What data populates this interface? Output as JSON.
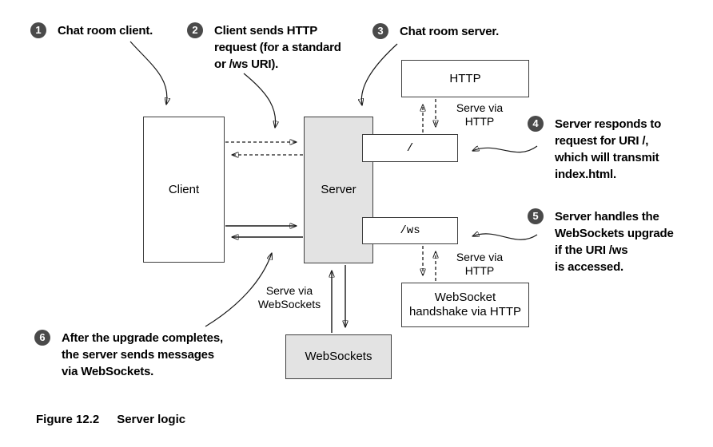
{
  "colors": {
    "box_gray": "#e3e3e3",
    "box_white": "#ffffff",
    "border": "#3f3f3f",
    "badge_bg": "#4a4a4a",
    "badge_text": "#ffffff",
    "line": "#1a1a1a",
    "text": "#000000"
  },
  "boxes": {
    "client": {
      "label": "Client"
    },
    "server": {
      "label": "Server"
    },
    "http": {
      "label": "HTTP"
    },
    "root_uri": {
      "label": "/"
    },
    "ws_uri": {
      "label": "/ws"
    },
    "handshake": {
      "line1": "WebSocket",
      "line2": "handshake via HTTP"
    },
    "websockets": {
      "label": "WebSockets"
    }
  },
  "edge_labels": {
    "serve_http_top": {
      "line1": "Serve via",
      "line2": "HTTP"
    },
    "serve_http_bottom": {
      "line1": "Serve via",
      "line2": "HTTP"
    },
    "serve_websockets": {
      "line1": "Serve via",
      "line2": "WebSockets"
    }
  },
  "annotations": [
    {
      "number": "1",
      "lines": [
        "Chat room client."
      ]
    },
    {
      "number": "2",
      "lines": [
        "Client sends HTTP",
        "request (for a standard",
        "or /ws URI)."
      ]
    },
    {
      "number": "3",
      "lines": [
        "Chat room server."
      ]
    },
    {
      "number": "4",
      "lines": [
        "Server responds to",
        "request for URI /,",
        "which will transmit",
        "index.html."
      ]
    },
    {
      "number": "5",
      "lines": [
        "Server handles the",
        "WebSockets upgrade",
        "if the URI /ws",
        "is accessed."
      ]
    },
    {
      "number": "6",
      "lines": [
        "After the upgrade completes,",
        "the server sends messages",
        "via WebSockets."
      ]
    }
  ],
  "caption": {
    "label": "Figure 12.2",
    "title": "Server logic"
  }
}
